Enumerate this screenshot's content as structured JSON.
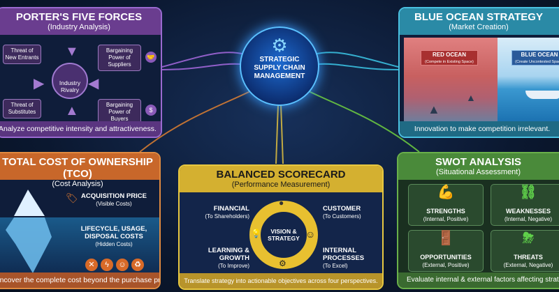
{
  "center": {
    "title_lines": [
      "STRATEGIC",
      "SUPPLY CHAIN",
      "MANAGEMENT"
    ],
    "icon": "gear-icon"
  },
  "porter": {
    "title": "PORTER'S FIVE FORCES",
    "subtitle": "(Industry Analysis)",
    "forces": {
      "new_entrants": "Threat of New Entrants",
      "suppliers": "Bargaining Power of Suppliers",
      "substitutes": "Threat of Substitutes",
      "buyers": "Bargaining Power of Buyers"
    },
    "center": "Industry Rivalry",
    "footer": "Analyze competitive intensity and attractiveness.",
    "color": "#6a3d8f"
  },
  "blue_ocean": {
    "title": "BLUE OCEAN STRATEGY",
    "subtitle": "(Market Creation)",
    "red_sign": "RED OCEAN",
    "red_sub": "(Compete in Existing Space)",
    "blue_sign": "BLUE OCEAN",
    "blue_sub": "(Create Uncontested Space)",
    "footer": "Innovation to make competition irrelevant.",
    "color": "#2a8aa6"
  },
  "tco": {
    "title": "TOTAL COST OF OWNERSHIP (TCO)",
    "subtitle": "(Cost Analysis)",
    "visible": "ACQUISITION PRICE",
    "visible_sub": "(Visible Costs)",
    "hidden": "LIFECYCLE, USAGE, DISPOSAL COSTS",
    "hidden_sub": "(Hidden Costs)",
    "footer": "Uncover the complete cost beyond the purchase price.",
    "color": "#c8672a"
  },
  "scorecard": {
    "title": "BALANCED SCORECARD",
    "subtitle": "(Performance Measurement)",
    "center": "VISION & STRATEGY",
    "financial": "FINANCIAL",
    "financial_sub": "(To Shareholders)",
    "customer": "CUSTOMER",
    "customer_sub": "(To Customers)",
    "learning": "LEARNING & GROWTH",
    "learning_sub": "(To Improve)",
    "internal": "INTERNAL PROCESSES",
    "internal_sub": "(To Excel)",
    "footer": "Translate strategy into actionable objectives across four perspectives.",
    "color": "#d4b030"
  },
  "swot": {
    "title": "SWOT ANALYSIS",
    "subtitle": "(Situational Assessment)",
    "cells": [
      {
        "label": "STRENGTHS",
        "sub": "(Internal, Positive)"
      },
      {
        "label": "WEAKNESSES",
        "sub": "(Internal, Negative)"
      },
      {
        "label": "OPPORTUNITIES",
        "sub": "(External, Positive)"
      },
      {
        "label": "THREATS",
        "sub": "(External, Negative)"
      }
    ],
    "footer": "Evaluate internal & external factors affecting strategy.",
    "color": "#4a8a3a"
  }
}
